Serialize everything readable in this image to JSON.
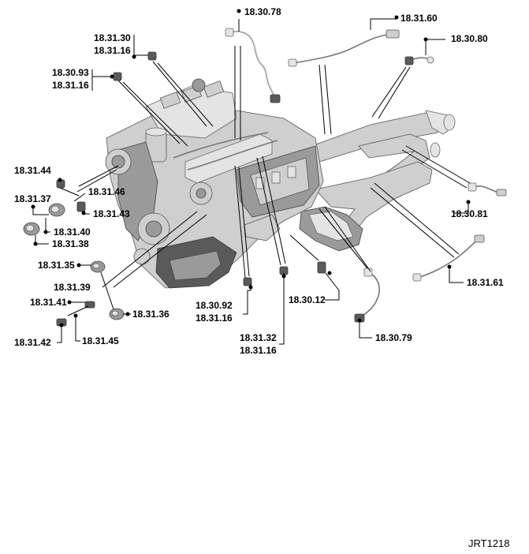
{
  "figure_ref": "JRT1218",
  "callouts": [
    {
      "id": "c-18-30-78",
      "lines": [
        "18.30.78"
      ]
    },
    {
      "id": "c-18-31-60",
      "lines": [
        "18.31.60"
      ]
    },
    {
      "id": "c-18-30-80",
      "lines": [
        "18.30.80"
      ]
    },
    {
      "id": "c-18-31-30",
      "lines": [
        "18.31.30",
        "18.31.16"
      ]
    },
    {
      "id": "c-18-30-93",
      "lines": [
        "18.30.93",
        "18.31.16"
      ]
    },
    {
      "id": "c-18-31-44",
      "lines": [
        "18.31.44"
      ]
    },
    {
      "id": "c-18-31-46",
      "lines": [
        "18.31.46"
      ]
    },
    {
      "id": "c-18-31-37",
      "lines": [
        "18.31.37"
      ]
    },
    {
      "id": "c-18-31-43",
      "lines": [
        "18.31.43"
      ]
    },
    {
      "id": "c-18-31-40",
      "lines": [
        "18.31.40"
      ]
    },
    {
      "id": "c-18-31-38",
      "lines": [
        "18.31.38"
      ]
    },
    {
      "id": "c-18-30-81",
      "lines": [
        "18.30.81"
      ]
    },
    {
      "id": "c-18-31-35",
      "lines": [
        "18.31.35"
      ]
    },
    {
      "id": "c-18-31-61",
      "lines": [
        "18.31.61"
      ]
    },
    {
      "id": "c-18-31-39",
      "lines": [
        "18.31.39"
      ]
    },
    {
      "id": "c-18-30-12",
      "lines": [
        "18.30.12"
      ]
    },
    {
      "id": "c-18-31-41",
      "lines": [
        "18.31.41"
      ]
    },
    {
      "id": "c-18-31-36",
      "lines": [
        "18.31.36"
      ]
    },
    {
      "id": "c-18-30-92",
      "lines": [
        "18.30.92",
        "18.31.16"
      ]
    },
    {
      "id": "c-18-30-79",
      "lines": [
        "18.30.79"
      ]
    },
    {
      "id": "c-18-31-32",
      "lines": [
        "18.31.32",
        "18.31.16"
      ]
    },
    {
      "id": "c-18-31-42",
      "lines": [
        "18.31.42"
      ]
    },
    {
      "id": "c-18-31-45",
      "lines": [
        "18.31.45"
      ]
    }
  ]
}
